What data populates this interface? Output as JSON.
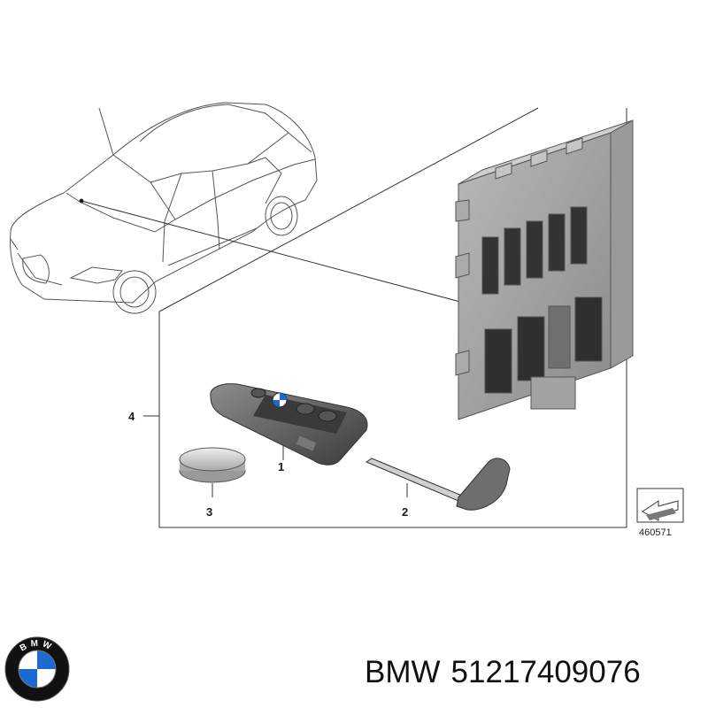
{
  "diagram": {
    "callouts": {
      "item_1": "1",
      "item_2": "2",
      "item_3": "3",
      "item_4": "4"
    },
    "reference_number": "460571"
  },
  "caption": {
    "brand": "BMW",
    "part_number": "51217409076"
  },
  "logo": {
    "letters": "BMW",
    "colors": {
      "ring": "#111111",
      "blue": "#1c69d4",
      "white": "#ffffff"
    }
  }
}
